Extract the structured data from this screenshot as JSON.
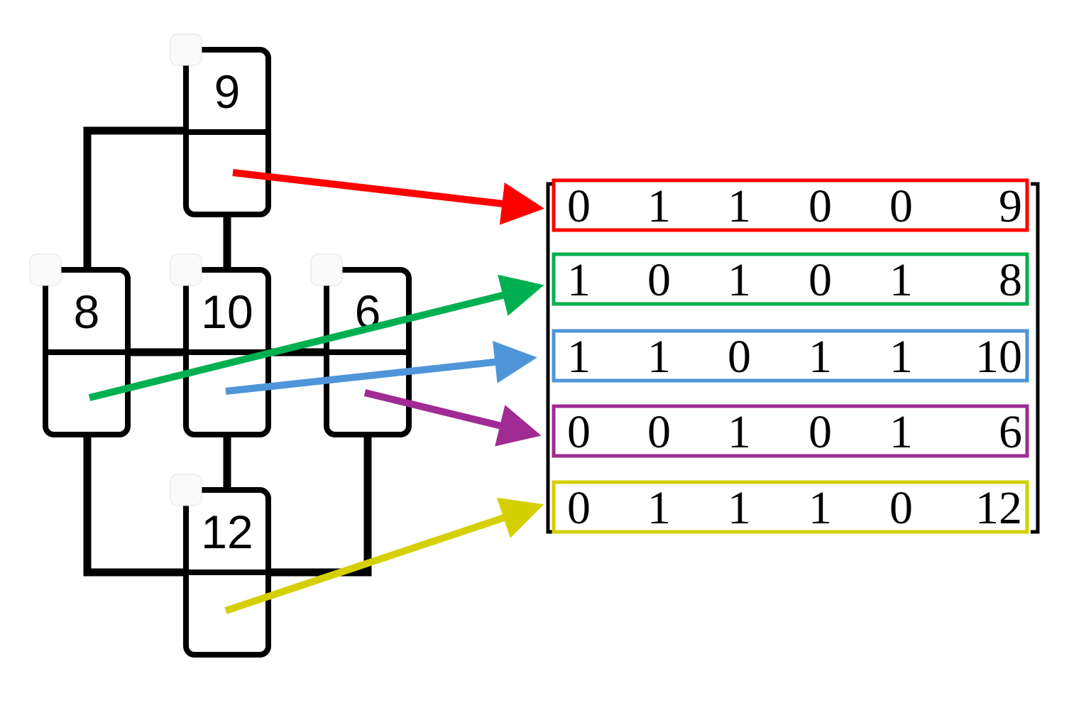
{
  "diagram": {
    "description": "Graph nodes mapped to adjacency-matrix rows with appended node values",
    "nodes": [
      {
        "id": "n9",
        "label": "9"
      },
      {
        "id": "n8",
        "label": "8"
      },
      {
        "id": "n10",
        "label": "10"
      },
      {
        "id": "n6",
        "label": "6"
      },
      {
        "id": "n12",
        "label": "12"
      }
    ],
    "edges": [
      [
        "n9",
        "n8"
      ],
      [
        "n9",
        "n10"
      ],
      [
        "n8",
        "n10"
      ],
      [
        "n10",
        "n6"
      ],
      [
        "n8",
        "n12"
      ],
      [
        "n10",
        "n12"
      ],
      [
        "n6",
        "n12"
      ]
    ],
    "matrix": {
      "rows": [
        {
          "node": "n9",
          "color": "#ff0000",
          "values": [
            "0",
            "1",
            "1",
            "0",
            "0",
            "9"
          ]
        },
        {
          "node": "n8",
          "color": "#00b050",
          "values": [
            "1",
            "0",
            "1",
            "0",
            "1",
            "8"
          ]
        },
        {
          "node": "n10",
          "color": "#4f95d9",
          "values": [
            "1",
            "1",
            "0",
            "1",
            "1",
            "10"
          ]
        },
        {
          "node": "n6",
          "color": "#a02b93",
          "values": [
            "0",
            "0",
            "1",
            "0",
            "1",
            "6"
          ]
        },
        {
          "node": "n12",
          "color": "#d4d000",
          "values": [
            "0",
            "1",
            "1",
            "1",
            "0",
            "12"
          ]
        }
      ]
    },
    "colors": {
      "stroke": "#000000",
      "handle_fill": "#fafafa",
      "background": "#ffffff"
    }
  }
}
